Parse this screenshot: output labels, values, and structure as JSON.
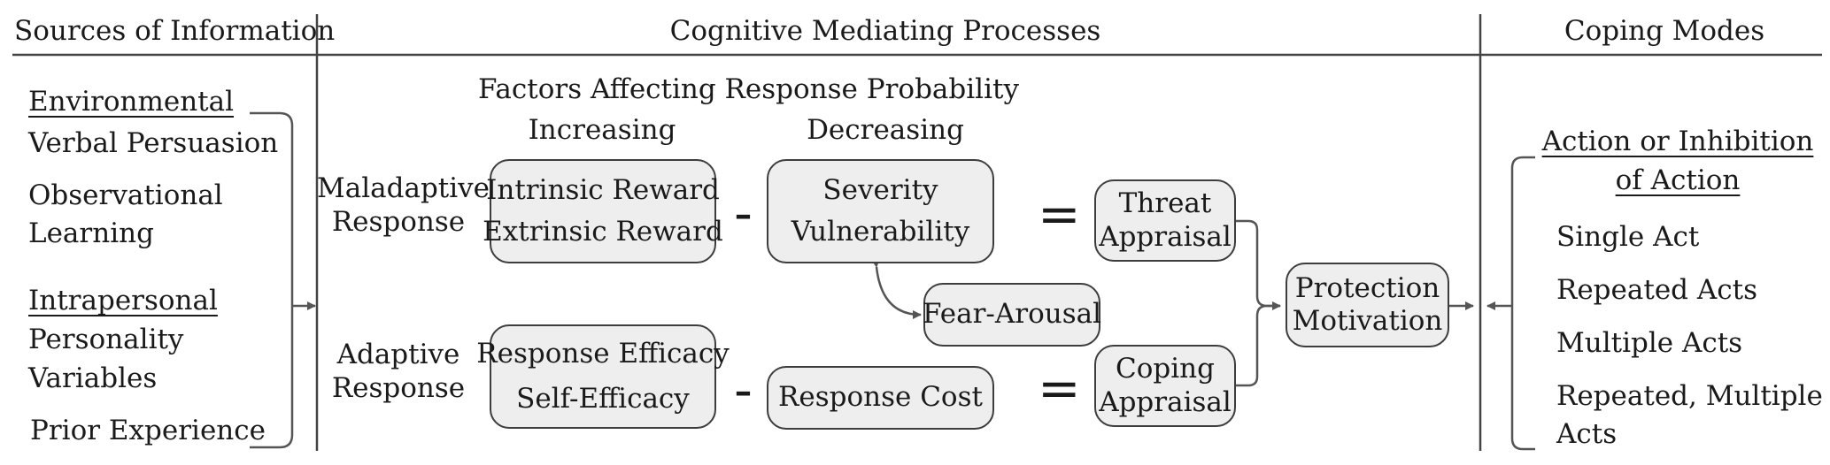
{
  "headers": {
    "sources": "Sources of Information",
    "processes": "Cognitive Mediating Processes",
    "coping_modes": "Coping Modes"
  },
  "sources": {
    "environmental_heading": "Environmental",
    "verbal_persuasion": "Verbal Persuasion",
    "observational_learning": [
      "Observational",
      "Learning"
    ],
    "intrapersonal_heading": "Intrapersonal",
    "personality_variables": [
      "Personality",
      "Variables"
    ],
    "prior_experience": "Prior Experience"
  },
  "factors": {
    "title": "Factors Affecting Response Probability",
    "increasing": "Increasing",
    "decreasing": "Decreasing"
  },
  "responses": {
    "maladaptive": [
      "Maladaptive",
      "Response"
    ],
    "adaptive": [
      "Adaptive",
      "Response"
    ]
  },
  "boxes": {
    "rewards": [
      "Intrinsic Reward",
      "Extrinsic Reward"
    ],
    "threat_factors": [
      "Severity",
      "Vulnerability"
    ],
    "threat_appraisal": [
      "Threat",
      "Appraisal"
    ],
    "fear_arousal": "Fear-Arousal",
    "protection_motivation": [
      "Protection",
      "Motivation"
    ],
    "efficacy": [
      "Response Efficacy",
      "Self-Efficacy"
    ],
    "response_cost": "Response Cost",
    "coping_appraisal": [
      "Coping",
      "Appraisal"
    ]
  },
  "operators": {
    "minus": "-",
    "equals": "="
  },
  "coping_modes": {
    "heading": [
      "Action or Inhibition",
      "of Action"
    ],
    "items": [
      "Single Act",
      "Repeated Acts",
      "Multiple Acts",
      "Repeated, Multiple",
      "Acts"
    ]
  }
}
